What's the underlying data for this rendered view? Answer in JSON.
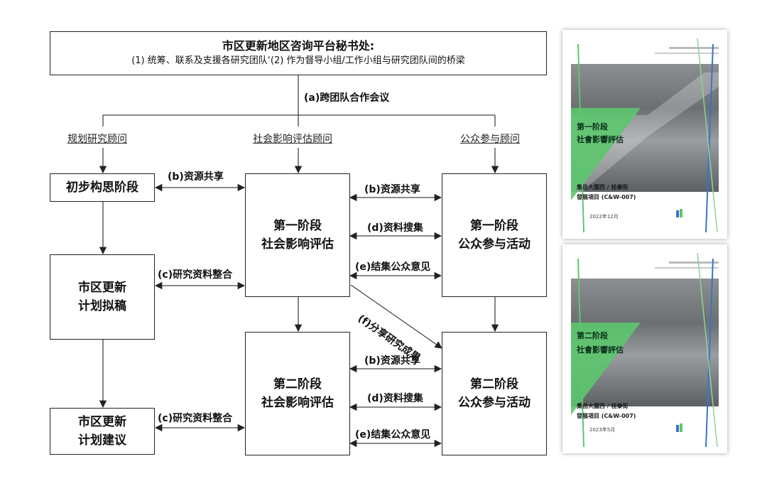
{
  "top_box": {
    "title": "市区更新地区咨询平台秘书处:",
    "subtitle": "(1) 统筹、联系及支援各研究团队‘(2) 作为督导小组/工作小组与研究团队间的桥梁"
  },
  "links": {
    "a": "(a)跨团队合作会议",
    "b1": "(b)资源共享",
    "b2": "(b)资源共享",
    "b3": "(b)资源共享",
    "c1": "(c)研究资料整合",
    "c2": "(c)研究资料整合",
    "d1": "(d)资料搜集",
    "d2": "(d)资料搜集",
    "e1": "(e)结集公众意见",
    "e2": "(e)结集公众意见",
    "f": "(f)分享研究成果"
  },
  "consultants": {
    "planning": "规划研究顾问",
    "social": "社会影响评估顾问",
    "public": "公众参与顾问"
  },
  "boxes": {
    "initial": [
      "初步构思阶段"
    ],
    "draft": [
      "市区更新",
      "计划拟稿"
    ],
    "proposal": [
      "市区更新",
      "计划建议"
    ],
    "sia1": [
      "第一阶段",
      "社会影响评估"
    ],
    "sia2": [
      "第二阶段",
      "社会影响评估"
    ],
    "pe1": [
      "第一阶段",
      "公众参与活动"
    ],
    "pe2": [
      "第二阶段",
      "公众参与活动"
    ]
  },
  "covers": [
    {
      "title": "第一阶段",
      "subtitle": "社會影響評估",
      "project": [
        "集岳大圍西 / 桂秦街",
        "發展項目 (C&W-007)"
      ],
      "date": "2022年12月"
    },
    {
      "title": "第二阶段",
      "subtitle": "社會影響評估",
      "project": [
        "集岳大圍西 / 桂秦街",
        "發展項目 (C&W-007)"
      ],
      "date": "2023年5月"
    }
  ]
}
